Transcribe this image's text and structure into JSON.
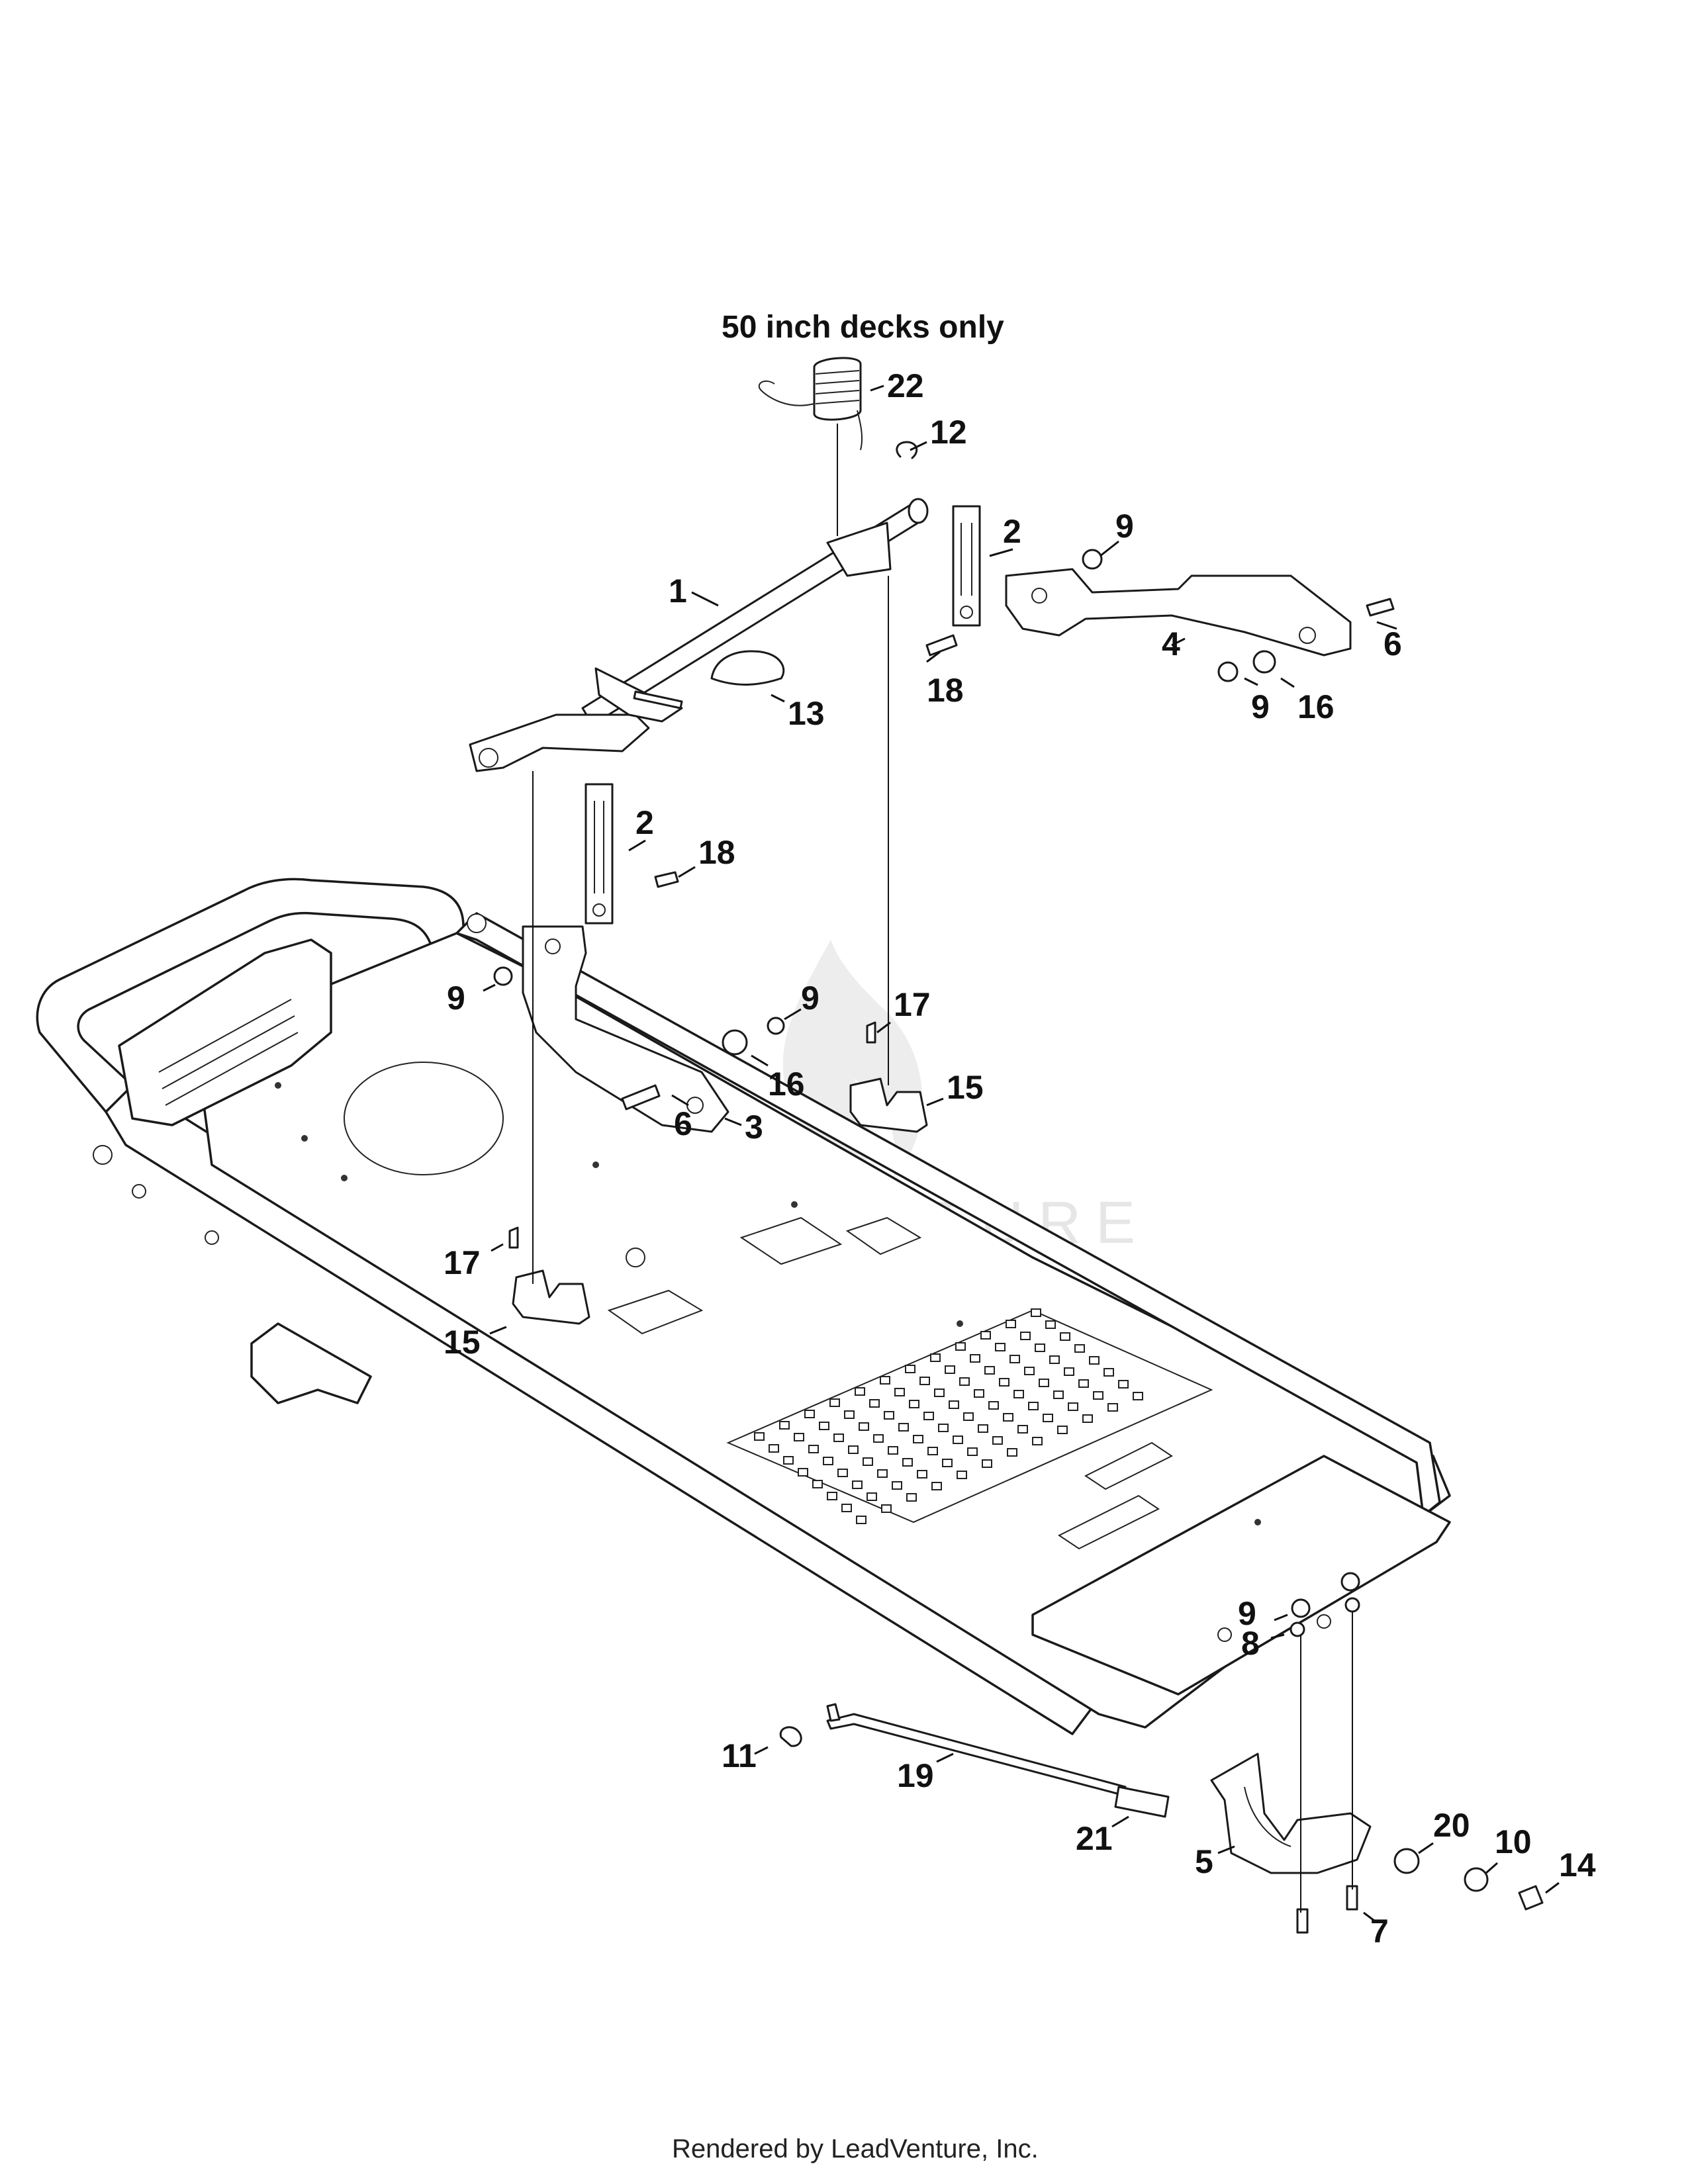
{
  "heading": "50 inch decks only",
  "footer": "Rendered by LeadVenture, Inc.",
  "watermark": "LEADVENTURE",
  "callouts": [
    "1",
    "2",
    "2",
    "3",
    "4",
    "5",
    "6",
    "6",
    "7",
    "8",
    "9",
    "9",
    "9",
    "9",
    "9",
    "10",
    "11",
    "12",
    "13",
    "14",
    "15",
    "15",
    "16",
    "16",
    "17",
    "17",
    "18",
    "18",
    "19",
    "20",
    "21",
    "22"
  ]
}
